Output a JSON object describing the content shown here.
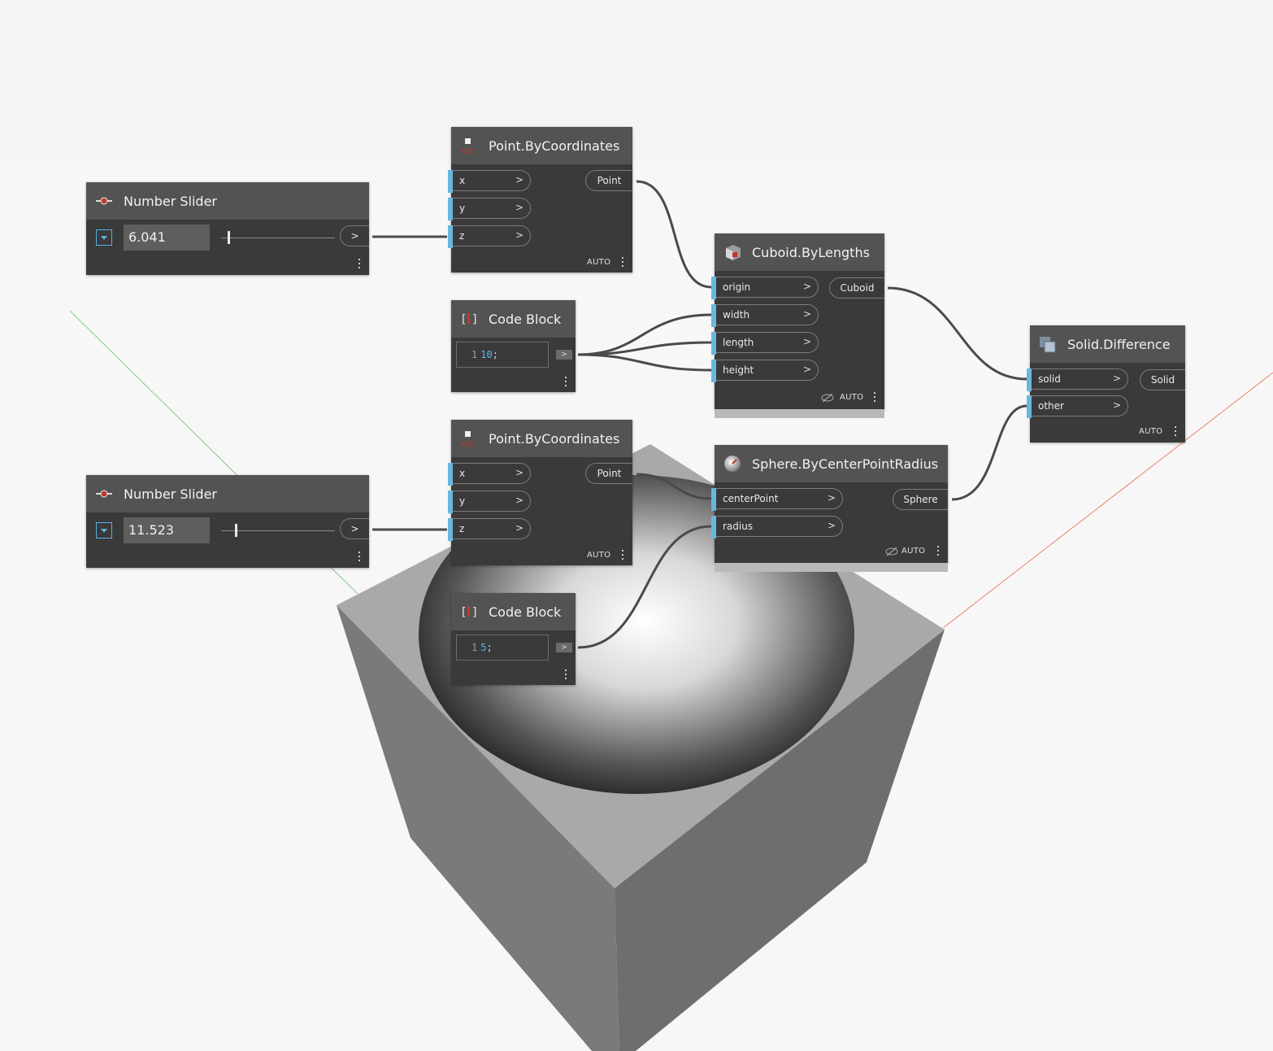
{
  "canvas": {
    "background": "#f6f6f6",
    "port_accent": "#6ab6dc",
    "node_body": "#3a3a3a",
    "node_header": "#535353"
  },
  "sliders": [
    {
      "title": "Number Slider",
      "value": "6.041",
      "output": ">",
      "icon": "slider-icon",
      "thumb_fraction": 0.06
    },
    {
      "title": "Number Slider",
      "value": "11.523",
      "output": ">",
      "icon": "slider-icon",
      "thumb_fraction": 0.12
    }
  ],
  "points": [
    {
      "title": "Point.ByCoordinates",
      "inputs": [
        "x",
        "y",
        "z"
      ],
      "output": "Point",
      "mode": "AUTO",
      "icon": "point-xyz-icon"
    },
    {
      "title": "Point.ByCoordinates",
      "inputs": [
        "x",
        "y",
        "z"
      ],
      "output": "Point",
      "mode": "AUTO",
      "icon": "point-xyz-icon"
    }
  ],
  "code_blocks": [
    {
      "title": "Code Block",
      "line": "1",
      "value": "10",
      "semicolon": ";",
      "output": ">",
      "icon": "code-block-icon"
    },
    {
      "title": "Code Block",
      "line": "1",
      "value": "5",
      "semicolon": ";",
      "output": ">",
      "icon": "code-block-icon"
    }
  ],
  "cuboid": {
    "title": "Cuboid.ByLengths",
    "inputs": [
      "origin",
      "width",
      "length",
      "height"
    ],
    "output": "Cuboid",
    "mode": "AUTO",
    "icon": "cuboid-icon"
  },
  "sphere": {
    "title": "Sphere.ByCenterPointRadius",
    "inputs": [
      "centerPoint",
      "radius"
    ],
    "output": "Sphere",
    "mode": "AUTO",
    "icon": "sphere-icon"
  },
  "difference": {
    "title": "Solid.Difference",
    "inputs": [
      "solid",
      "other"
    ],
    "output": "Solid",
    "mode": "AUTO",
    "icon": "solid-difference-icon"
  },
  "port_arrow": ">"
}
